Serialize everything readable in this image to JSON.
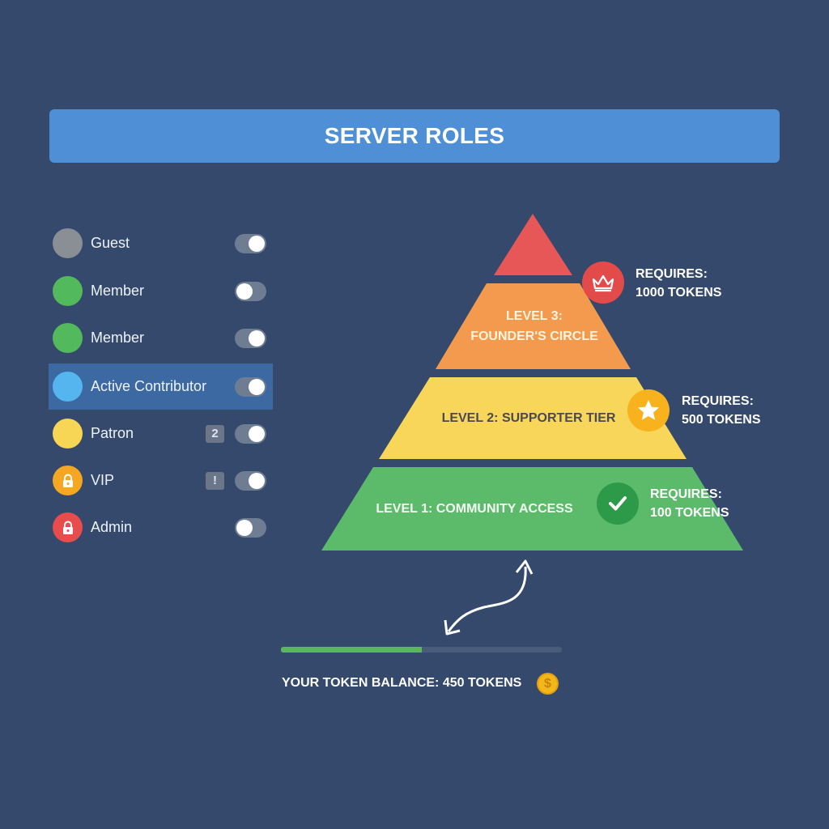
{
  "header": {
    "title": "SERVER ROLES"
  },
  "roles": [
    {
      "label": "Guest",
      "dot_color": "#8a8f96",
      "icon": "",
      "badge": "",
      "toggle_on": true,
      "selected": false
    },
    {
      "label": "Member",
      "dot_color": "#53b95d",
      "icon": "",
      "badge": "",
      "toggle_on": false,
      "selected": false
    },
    {
      "label": "Member",
      "dot_color": "#53b95d",
      "icon": "",
      "badge": "",
      "toggle_on": true,
      "selected": false
    },
    {
      "label": "Active Contributor",
      "dot_color": "#54b5ef",
      "icon": "",
      "badge": "",
      "toggle_on": true,
      "selected": true
    },
    {
      "label": "Patron",
      "dot_color": "#f7d655",
      "icon": "",
      "badge": "2",
      "toggle_on": true,
      "selected": false
    },
    {
      "label": "VIP",
      "dot_color": "#f5a623",
      "icon": "lock-icon",
      "badge": "!",
      "toggle_on": true,
      "selected": false
    },
    {
      "label": "Admin",
      "dot_color": "#e84c4c",
      "icon": "lock-icon",
      "badge": "",
      "toggle_on": false,
      "selected": false
    }
  ],
  "pyramid": {
    "tiers": [
      {
        "label_line1": "LEVEL 3:",
        "label_line2": "FOUNDER'S CIRCLE",
        "color": "#f39a4e",
        "text_color": "#fff4de",
        "requires": "REQUIRES:",
        "tokens": "1000 TOKENS",
        "icon": "crown-icon",
        "icon_color": "#e34b4b"
      },
      {
        "label_line1": "LEVEL 2: SUPPORTER TIER",
        "label_line2": "",
        "color": "#f8d65a",
        "text_color": "#4a4b52",
        "requires": "REQUIRES:",
        "tokens": "500 TOKENS",
        "icon": "star-icon",
        "icon_color": "#f7b21e"
      },
      {
        "label_line1": "LEVEL 1: COMMUNITY ACCESS",
        "label_line2": "",
        "color": "#5bbb6b",
        "text_color": "#f4fff4",
        "requires": "REQUIRES:",
        "tokens": "100 TOKENS",
        "icon": "check-icon",
        "icon_color": "#2d9a4a"
      }
    ],
    "apex_color": "#e85757"
  },
  "balance": {
    "text": "YOUR TOKEN BALANCE: 450 TOKENS",
    "progress_fraction": 0.5,
    "progress_color": "#5cb85c",
    "coin_icon": "coin-icon",
    "coin_symbol": "$"
  }
}
